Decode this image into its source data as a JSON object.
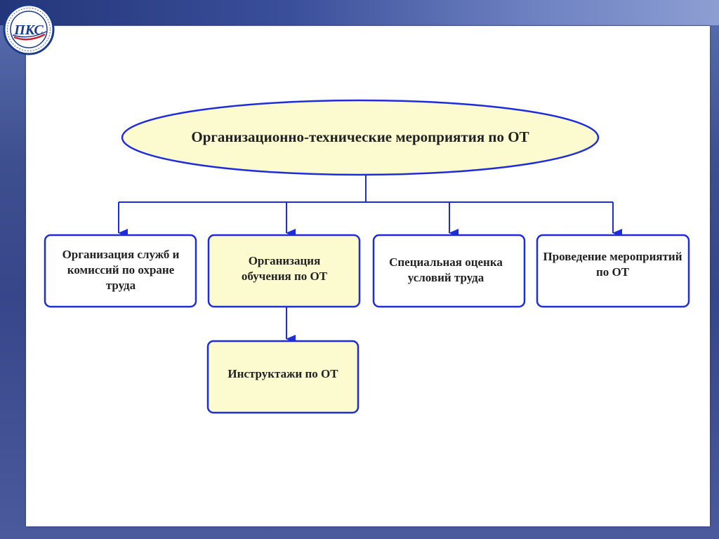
{
  "colors": {
    "box_fill_white": "#ffffff",
    "box_fill_yellow": "#fbfbcf",
    "box_border": "#1f2dd9",
    "connector": "#1f2dd9",
    "text": "#222222"
  },
  "logo": {
    "initials": "ПКС",
    "ring_text": "ПЕРМСКИЙ КОЛЛЕДЖ"
  },
  "diagram": {
    "root": {
      "label": "Организационно-технические мероприятия по ОТ",
      "shape": "ellipse",
      "fill": "yellow"
    },
    "children": [
      {
        "label": "Организация служб и комиссий по охране труда",
        "fill": "white"
      },
      {
        "label": "Организация обучения по ОТ",
        "fill": "yellow"
      },
      {
        "label": "Специальная оценка условий труда",
        "fill": "white"
      },
      {
        "label": "Проведение мероприятий по ОТ",
        "fill": "white"
      }
    ],
    "sub_child": {
      "label": "Инструктажи по ОТ",
      "fill": "yellow",
      "parent": "Организация обучения по ОТ"
    }
  }
}
